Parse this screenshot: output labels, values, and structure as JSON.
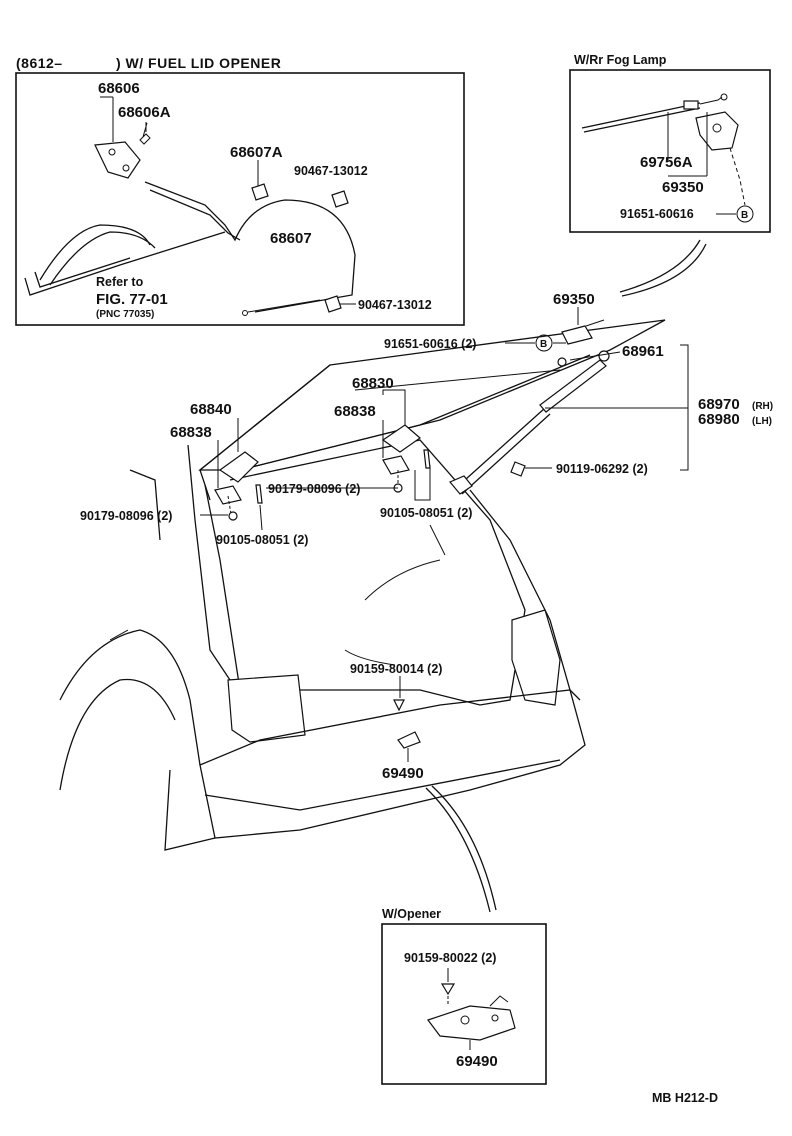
{
  "headings": {
    "fuel_lid_prefix": "(8612–",
    "fuel_lid_title": ") W/ FUEL LID OPENER",
    "fog_lamp": "W/Rr Fog Lamp",
    "opener": "W/Opener"
  },
  "fuel_lid_box": {
    "p68606": "68606",
    "p68606A": "68606A",
    "p68607A": "68607A",
    "p90467_a": "90467-13012",
    "p68607": "68607",
    "p90467_b": "90467-13012",
    "refer_to": "Refer to",
    "fig_ref": "FIG. 77-01",
    "pnc_ref": "(PNC 77035)"
  },
  "fog_lamp_box": {
    "p69756A": "69756A",
    "p69350": "69350",
    "p91651": "91651-60616",
    "marker_b": "B"
  },
  "main": {
    "p69350": "69350",
    "p91651": "91651-60616 (2)",
    "marker_b": "B",
    "p68961": "68961",
    "p68830": "68830",
    "p68840": "68840",
    "p68838_left": "68838",
    "p68838_right": "68838",
    "p68970": "68970",
    "p68970_side": "(RH)",
    "p68980": "68980",
    "p68980_side": "(LH)",
    "p90119": "90119-06292 (2)",
    "p90179_right": "90179-08096 (2)",
    "p90179_left": "90179-08096 (2)",
    "p90105_right": "90105-08051 (2)",
    "p90105_left": "90105-08051 (2)",
    "p90159_main": "90159-80014 (2)",
    "p69490_main": "69490"
  },
  "opener_box": {
    "p90159": "90159-80022 (2)",
    "p69490": "69490"
  },
  "footer": {
    "code": "MB  H212-D"
  }
}
